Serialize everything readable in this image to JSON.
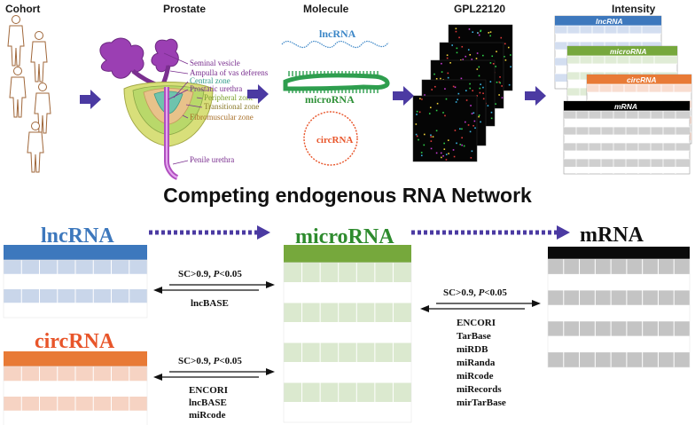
{
  "steps": {
    "cohort": "Cohort",
    "prostate": "Prostate",
    "molecule": "Molecule",
    "platform": "GPL22120",
    "intensity": "Intensity"
  },
  "prostate_labels": [
    "Seminal vesicle",
    "Ampulla of vas deferens",
    "Central zone",
    "Prostatic urethra",
    "Peripheral zone",
    "Transitional zone",
    "Fibromuscular zone",
    "Penile urethra"
  ],
  "molecule_labels": {
    "lnc": "lncRNA",
    "micro": "microRNA",
    "circ": "circRNA"
  },
  "intensity_sheets": {
    "lnc": "lncRNA",
    "micro": "microRNA",
    "circ": "circRNA",
    "m": "mRNA"
  },
  "network_title": "Competing endogenous RNA Network",
  "tables": {
    "lnc": "lncRNA",
    "micro": "microRNA",
    "m": "mRNA",
    "circ": "circRNA"
  },
  "edges": {
    "lnc_micro": {
      "criteria_sc": "SC>0.9, ",
      "criteria_p": "P",
      "criteria_rest": "<0.05",
      "databases": [
        "lncBASE"
      ]
    },
    "circ_micro": {
      "criteria_sc": "SC>0.9, ",
      "criteria_p": "P",
      "criteria_rest": "<0.05",
      "databases": [
        "ENCORI",
        "lncBASE",
        "miRcode"
      ]
    },
    "micro_m": {
      "criteria_sc": "SC>0.9, ",
      "criteria_p": "P",
      "criteria_rest": "<0.05",
      "databases": [
        "ENCORI",
        "TarBase",
        "miRDB",
        "miRanda",
        "miRcode",
        "miRecords",
        "mirTarBase"
      ]
    }
  },
  "colors": {
    "lnc": "#3d78bd",
    "lnc_light": "#c9d6ea",
    "micro": "#76a83c",
    "micro_light": "#dbe9cf",
    "circ": "#e87a36",
    "circ_light": "#f6d3c3",
    "m": "#000000",
    "m_light": "#bdbdbd",
    "arrow": "#4b3aa2",
    "molecule_green": "#2e9e4e",
    "microRNA_text": "#2f9138",
    "circ_text": "#e8552a",
    "lnc_text": "#3b86c7"
  }
}
